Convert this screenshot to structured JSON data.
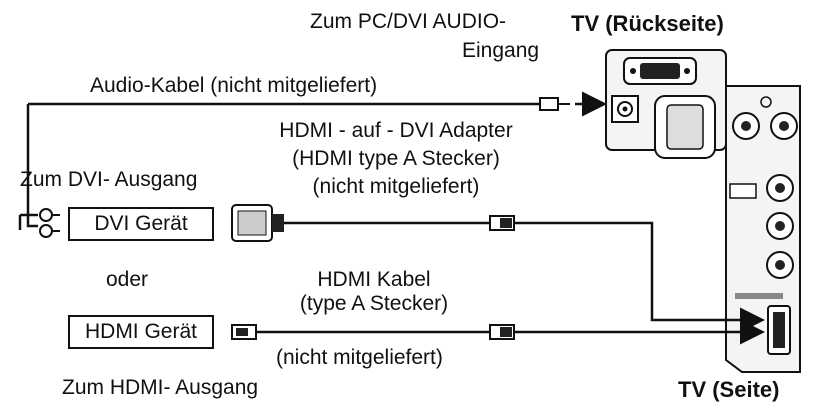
{
  "labels": {
    "pc_audio_input": "Zum PC/DVI AUDIO-",
    "pc_audio_input_2": "Eingang",
    "tv_rear": "TV (Rückseite)",
    "audio_cable": "Audio-Kabel (nicht mitgeliefert)",
    "hdmi_dvi_adapter_1": "HDMI - auf - DVI Adapter",
    "hdmi_dvi_adapter_2": "(HDMI type A Stecker)",
    "hdmi_dvi_adapter_3": "(nicht mitgeliefert)",
    "dvi_output": "Zum DVI- Ausgang",
    "dvi_device": "DVI Gerät",
    "or": "oder",
    "hdmi_cable_1": "HDMI Kabel",
    "hdmi_cable_2": "(type A Stecker)",
    "hdmi_device": "HDMI Gerät",
    "not_supplied": "(nicht mitgeliefert)",
    "hdmi_output": "Zum HDMI- Ausgang",
    "tv_side": "TV (Seite)"
  },
  "colors": {
    "line": "#111111",
    "panel": "#f4f4f4",
    "jack": "#222222"
  }
}
